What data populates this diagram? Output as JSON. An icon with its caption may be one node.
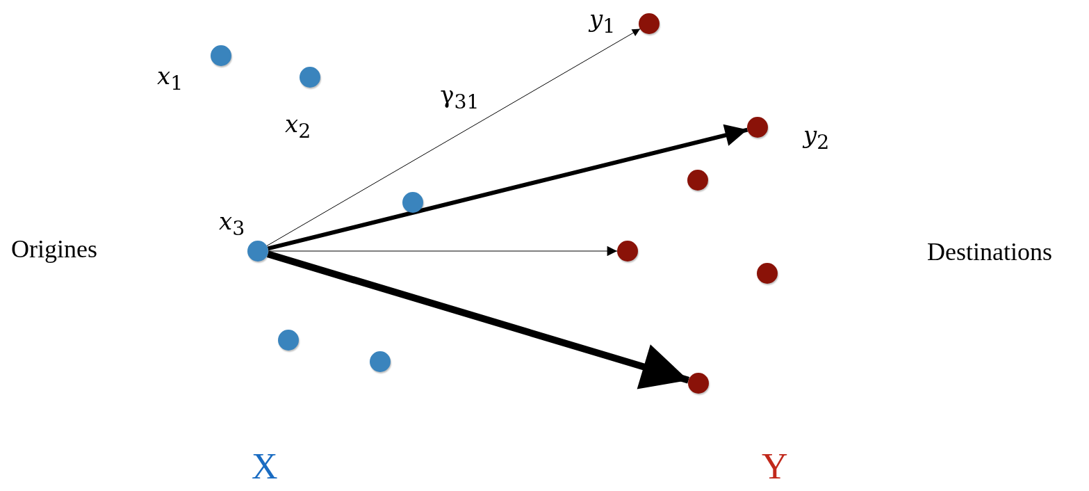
{
  "diagram": {
    "nodes": [
      {
        "text": [],
        "shape": "circle",
        "beside": [
          "*x*$_{1}$"
        ]
      },
      {
        "text": [],
        "shape": "circle",
        "beside": [
          "*x*$_{3}$"
        ]
      },
      {
        "text": [],
        "shape": "circle"
      },
      {
        "text": [],
        "shape": "circle",
        "beside": [
          "*x*$_{2}$"
        ]
      },
      {
        "text": [],
        "shape": "circle"
      },
      {
        "text": [],
        "shape": "circle"
      },
      {
        "text": [],
        "shape": "circle"
      },
      {
        "text": [],
        "shape": "circle",
        "beside": [
          "*y*$_{1}$"
        ]
      },
      {
        "text": [],
        "shape": "circle"
      },
      {
        "text": [],
        "shape": "circle"
      },
      {
        "text": [],
        "shape": "circle",
        "beside": [
          "*y*$_{2}$"
        ]
      },
      {
        "text": [],
        "shape": "circle"
      }
    ],
    "edges": [
      {
        "from": 1,
        "to": 7,
        "arrow": "to",
        "label": "γ$_{31}$"
      },
      {
        "from": 1,
        "to": 10,
        "arrow": "to",
        "style": "thick"
      },
      {
        "from": 1,
        "to": 6,
        "arrow": "to"
      },
      {
        "from": 1,
        "to": 9,
        "arrow": "to",
        "style": "thick"
      }
    ],
    "labels": [
      "Origines",
      "Destinations",
      "X",
      "Y"
    ]
  }
}
